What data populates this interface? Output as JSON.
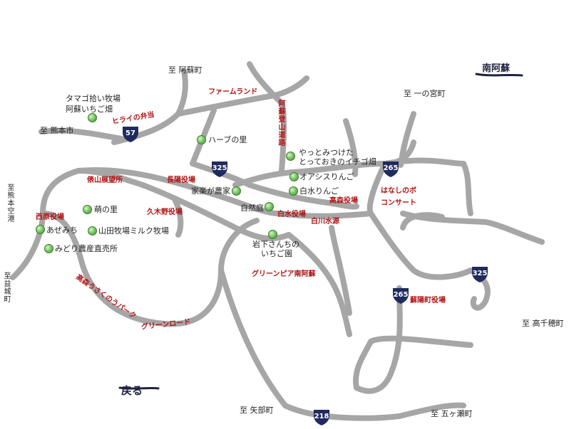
{
  "directions": {
    "aso": "至 阿蘇町",
    "minamiaso": "南阿蘇",
    "ichinomiya": "至 一の宮町",
    "kumamoto_city": "至 熊本市",
    "airport": "至熊本空港",
    "mashiki": "至益城町",
    "takachiho": "至 高千穂町",
    "yabe": "至 矢部町",
    "gokase": "至 五ヶ瀬町"
  },
  "roads": {
    "farm_land": "ファームランド",
    "higo_nakai_road": "阿蘇登山道路",
    "hiyoko_road": "ヒライの弁当",
    "green_road": "グリーンロード",
    "green_pia": "グリーンピア南阿蘇",
    "aso_nishihara": "高森うさくのうパーク",
    "hanashinobu": "はなしのボ",
    "concert": "コンサート"
  },
  "offices": {
    "kyotoguchi": "俵山展望所",
    "nishihara": "西原役場",
    "kugino": "久木野役場",
    "nagayo": "長陽役場",
    "hakusui": "白水役場",
    "takamori": "高森役場",
    "shirakawa": "白川水源",
    "soyo": "蘇陽町役場"
  },
  "places": {
    "tamago": "タマゴ拾い牧場",
    "aso_strawberry": "阿蘇いちご畑",
    "herb": "ハーブの里",
    "yatto": "やっとみつけた",
    "totteoki": "とっておきのイチゴ畑",
    "oasis": "オアシスりんご",
    "hakusui_apple": "白水りんご",
    "kajo": "家楽が農家",
    "shizen": "自然庭",
    "iwashita": "岩下さんちの",
    "ichigoen": "いちご園",
    "hagi": "萌の里",
    "azemichi": "あぜみち",
    "yamada": "山田牧場ミルク牧場",
    "midori": "みどり農産直売所"
  },
  "route_shields": [
    "57",
    "325",
    "265",
    "325",
    "265",
    "218"
  ],
  "back_label": "戻る",
  "colors": {
    "road": "#a6a6a6",
    "shield": "#1f2a5e",
    "red_text": "#b01515",
    "marker": "#6cc05c"
  }
}
